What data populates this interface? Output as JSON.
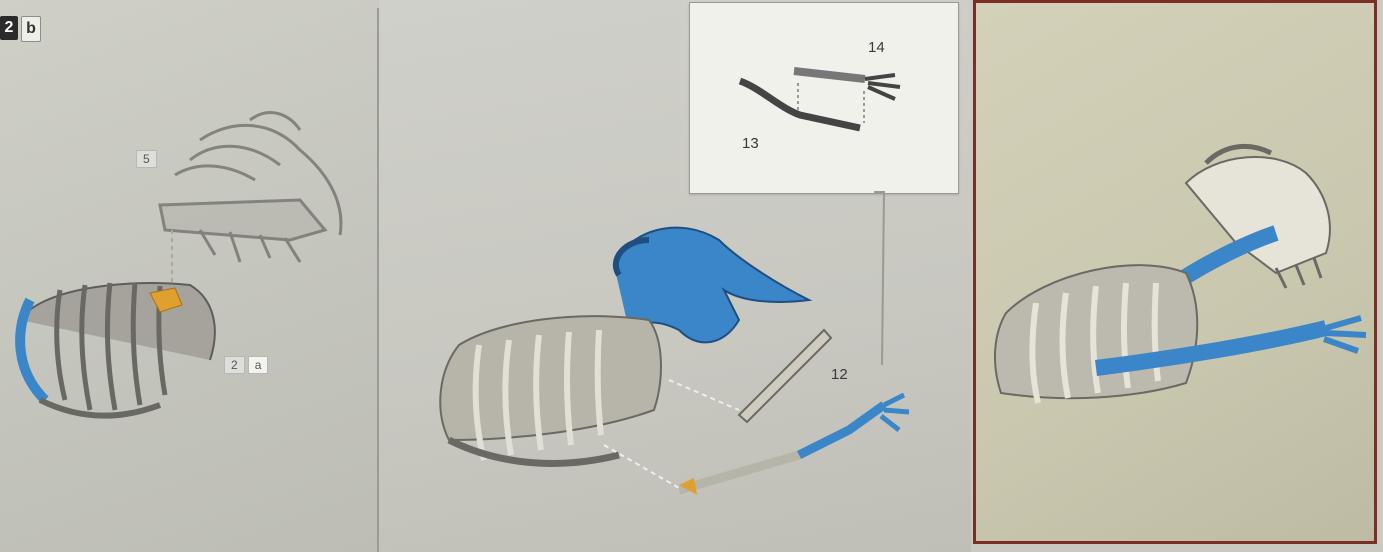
{
  "left_panel": {
    "step_number": "2",
    "step_letter": "b",
    "head_tag": "5",
    "ref_tag_number": "2",
    "ref_tag_letter": "a"
  },
  "middle_panel": {
    "inset_label_upper": "14",
    "inset_label_lower": "13",
    "part_label": "12"
  },
  "colors": {
    "bone": "#d9d6cc",
    "bone_shadow": "#8a877f",
    "highlight_blue": "#3a86c8",
    "highlight_orange": "#e0a030",
    "frame_red": "#7a2e24"
  }
}
